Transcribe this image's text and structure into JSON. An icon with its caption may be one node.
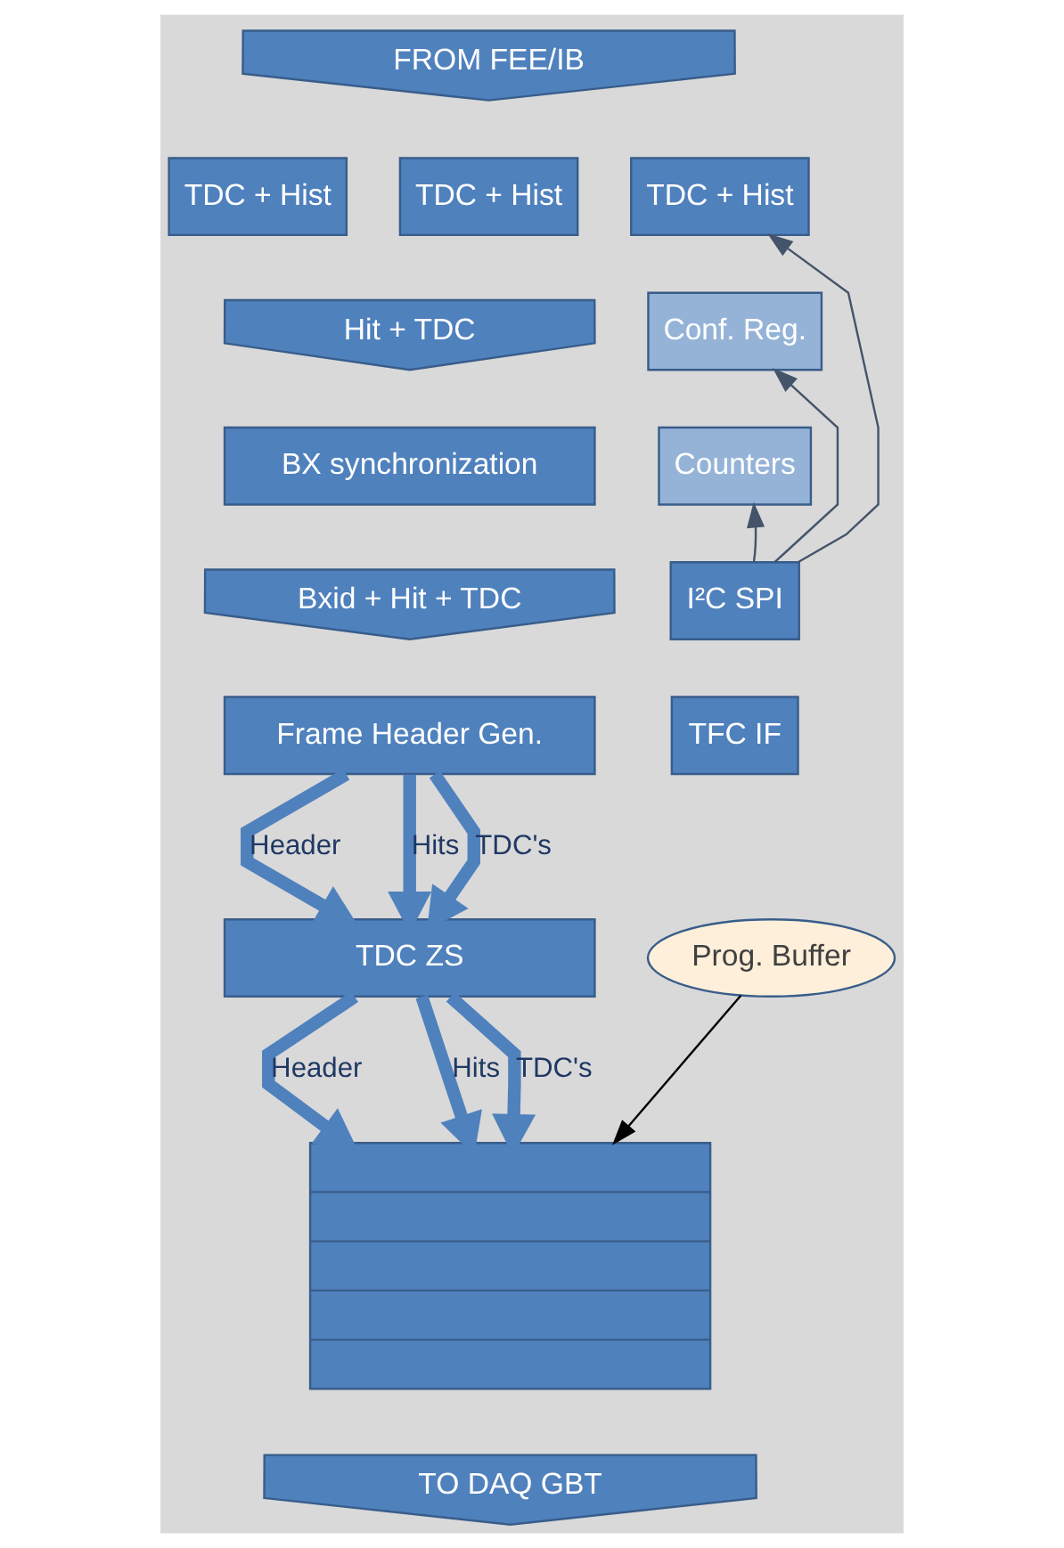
{
  "diagram": {
    "nodes": [
      {
        "text": [
          "FROM FEE/IB"
        ]
      },
      {
        "text": [
          "TDC + Hist"
        ]
      },
      {
        "text": [
          "TDC + Hist"
        ]
      },
      {
        "text": [
          "TDC + Hist"
        ]
      },
      {
        "text": [
          "Hit + TDC"
        ]
      },
      {
        "text": [
          "BX synchronization"
        ]
      },
      {
        "text": [
          "Bxid + Hit + TDC"
        ]
      },
      {
        "text": [
          "Frame Header Gen."
        ]
      },
      {
        "text": [
          "TDC ZS"
        ]
      },
      {
        "text": [],
        "shape": "bar"
      },
      {
        "text": [
          "TO DAQ GBT"
        ]
      },
      {
        "text": [
          "Conf. Reg."
        ]
      },
      {
        "text": [
          "Counters"
        ]
      },
      {
        "text": [
          "I²C SPI"
        ]
      },
      {
        "text": [
          "TFC IF"
        ]
      },
      {
        "text": [
          "Prog. Buffer"
        ]
      }
    ],
    "edges": [
      {
        "from": 7,
        "to": 8,
        "arrow": "to",
        "label": "Header"
      },
      {
        "from": 7,
        "to": 8,
        "arrow": "to",
        "label": "Hits"
      },
      {
        "from": 7,
        "to": 8,
        "arrow": "to",
        "label": "TDC's"
      },
      {
        "from": 8,
        "to": 9,
        "arrow": "to",
        "label": "Header"
      },
      {
        "from": 8,
        "to": 9,
        "arrow": "to",
        "label": "Hits"
      },
      {
        "from": 8,
        "to": 9,
        "arrow": "to",
        "label": "TDC's"
      },
      {
        "from": 13,
        "to": 3,
        "arrow": "to",
        "color": "#44546a"
      },
      {
        "from": 13,
        "to": 11,
        "arrow": "to",
        "color": "#44546a"
      },
      {
        "from": 13,
        "to": 12,
        "arrow": "to",
        "color": "#44546a"
      },
      {
        "from": 15,
        "to": 9,
        "arrow": "to",
        "color": "#000000"
      }
    ]
  }
}
